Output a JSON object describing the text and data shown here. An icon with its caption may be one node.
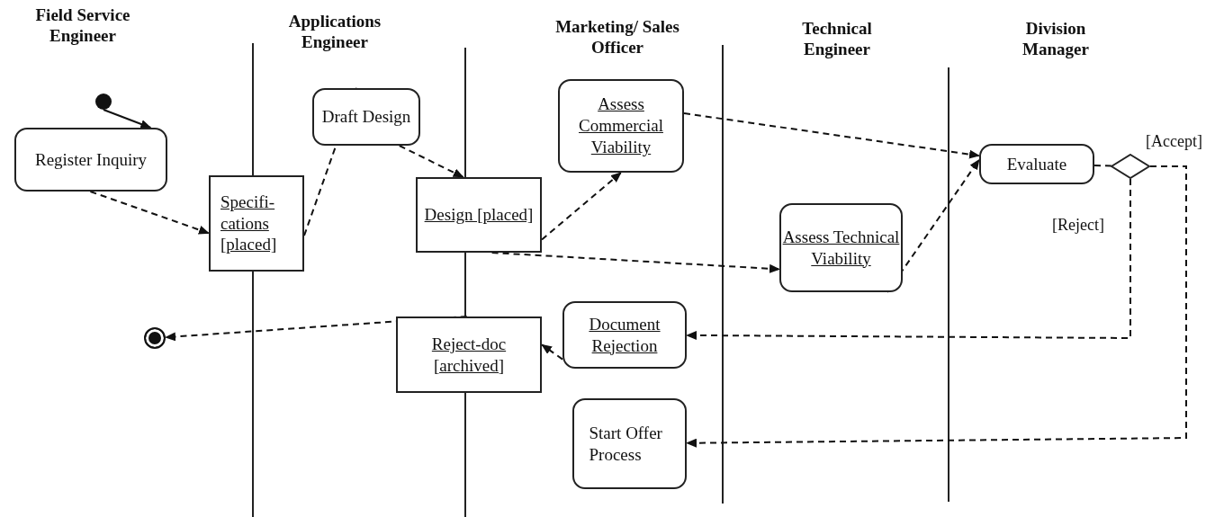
{
  "diagram": {
    "nodes": [
      {
        "text": [],
        "shape": "circle"
      },
      {
        "text": [
          "Register Inquiry"
        ]
      },
      {
        "text": [
          "Specifi- cations [placed]"
        ]
      },
      {
        "text": [
          "Draft Design"
        ]
      },
      {
        "text": [
          "Design [placed]"
        ]
      },
      {
        "text": [
          "Assess Commercial Viability"
        ]
      },
      {
        "text": [
          "Assess Technical Viability"
        ]
      },
      {
        "text": [
          "Evaluate"
        ]
      },
      {
        "text": [],
        "shape": "diamond"
      },
      {
        "text": [
          "Document Rejection"
        ]
      },
      {
        "text": [
          "Reject-doc [archived]"
        ]
      },
      {
        "text": [],
        "shape": "circle"
      },
      {
        "text": [
          "Start Offer Process"
        ]
      }
    ],
    "edges": [
      {
        "from": 0,
        "to": 1,
        "arrow": "to"
      },
      {
        "from": 1,
        "to": 2,
        "arrow": "to",
        "style": "dashed"
      },
      {
        "from": 2,
        "to": 3,
        "arrow": "to",
        "style": "dashed"
      },
      {
        "from": 3,
        "to": 4,
        "arrow": "to",
        "style": "dashed"
      },
      {
        "from": 4,
        "to": 5,
        "arrow": "to",
        "style": "dashed"
      },
      {
        "from": 4,
        "to": 6,
        "arrow": "to",
        "style": "dashed"
      },
      {
        "from": 5,
        "to": 7,
        "arrow": "to",
        "style": "dashed"
      },
      {
        "from": 6,
        "to": 7,
        "arrow": "to",
        "style": "dashed"
      },
      {
        "from": 7,
        "to": 8,
        "arrow": "none",
        "style": "dashed"
      },
      {
        "from": 8,
        "to": 9,
        "arrow": "to",
        "style": "dashed",
        "label": "[Reject]"
      },
      {
        "from": 8,
        "to": 12,
        "arrow": "to",
        "style": "dashed",
        "label": "[Accept]"
      },
      {
        "from": 9,
        "to": 10,
        "arrow": "to",
        "style": "dashed"
      },
      {
        "from": 10,
        "to": 11,
        "arrow": "to",
        "style": "dashed"
      }
    ],
    "labels": [
      "Field Service Engineer",
      "Applications Engineer",
      "Marketing/ Sales Officer",
      "Technical Engineer",
      "Division Manager"
    ]
  }
}
